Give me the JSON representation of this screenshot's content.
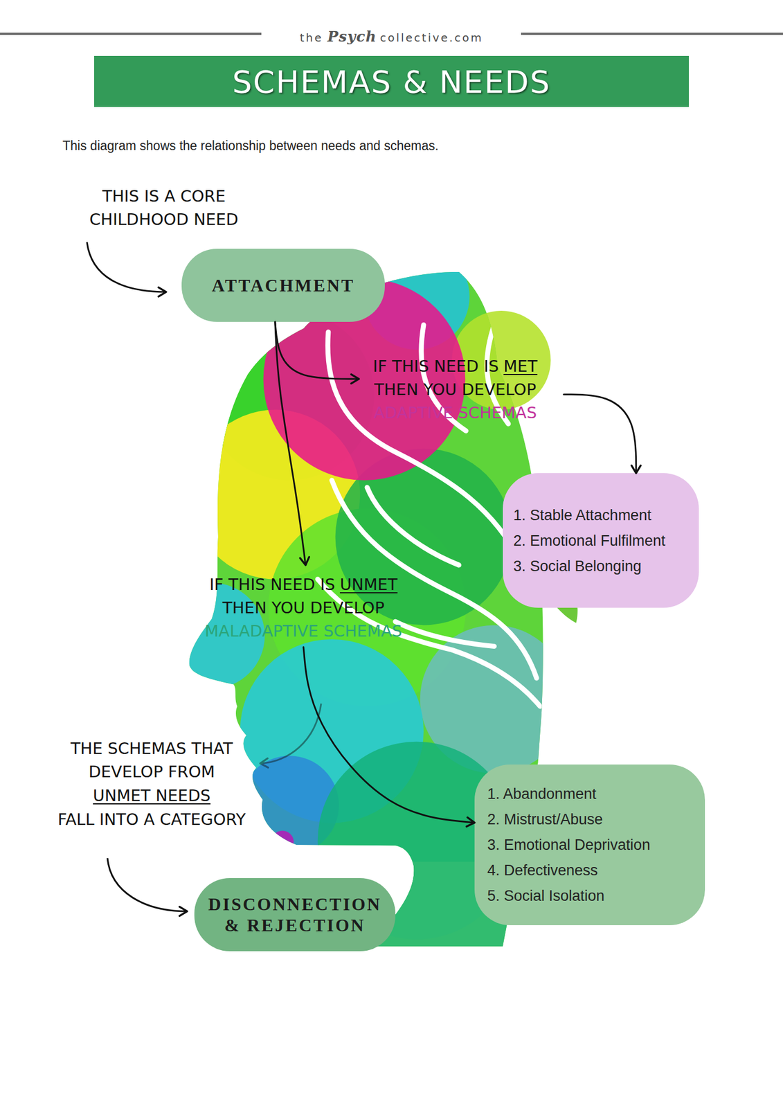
{
  "diagram": {
    "title": "SCHEMAS & NEEDS",
    "nodes": [
      {
        "text": [
          "ATTACHMENT"
        ]
      },
      {
        "text": [
          "1. Stable Attachment",
          "2. Emotional Fulfilment",
          "3. Social Belonging"
        ]
      },
      {
        "text": [
          "1. Abandonment",
          "2. Mistrust/Abuse",
          "3. Emotional Deprivation",
          "4. Defectiveness",
          "5. Social Isolation"
        ]
      },
      {
        "text": [
          "DISCONNECTION & REJECTION"
        ]
      }
    ],
    "edges": [
      {
        "from": 0,
        "to": 1,
        "arrow": "to"
      },
      {
        "from": 0,
        "to": 2,
        "arrow": "to"
      }
    ],
    "labels": [
      "the",
      "Psych",
      "collective.com",
      "This diagram shows the relationship between needs and schemas.",
      "THIS IS A CORE CHILDHOOD NEED",
      "IF THIS NEED IS",
      "MET",
      "THEN YOU DEVELOP",
      "ADAPTIVE SCHEMAS",
      "IF THIS NEED IS",
      "UNMET",
      "THEN YOU DEVELOP",
      "MALADAPTIVE SCHEMAS",
      "THE SCHEMAS THAT DEVELOP FROM",
      "UNMET NEEDS",
      "FALL INTO A CATEGORY"
    ]
  }
}
